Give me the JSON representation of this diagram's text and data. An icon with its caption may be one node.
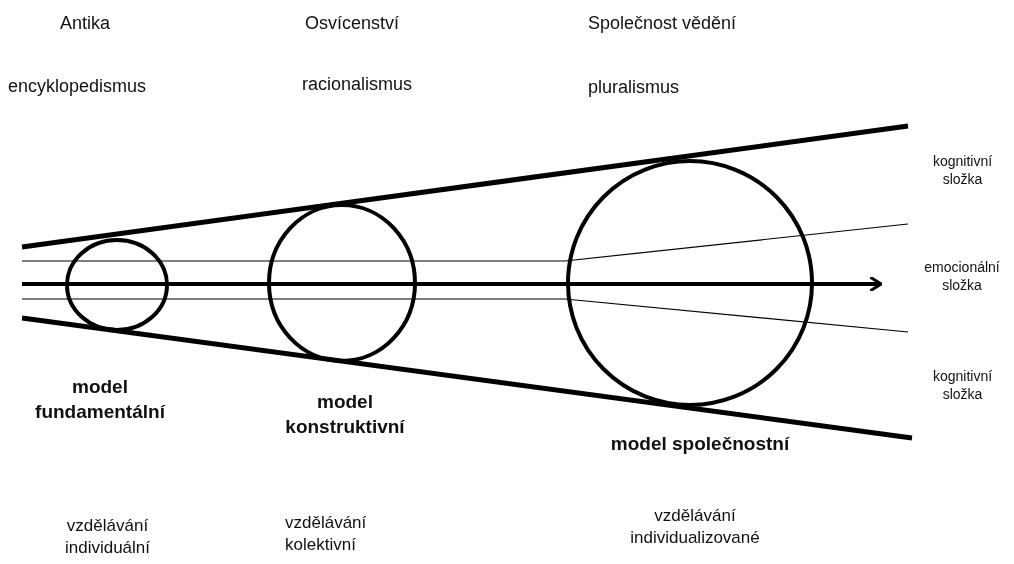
{
  "diagram": {
    "labels": [
      "Antika",
      "Osvícenství",
      "Společnost vědění",
      "encyklopedismus",
      "racionalismus",
      "pluralismus",
      "kognitivní složka",
      "emocionální složka",
      "model fundamentální",
      "model konstruktivní",
      "kognitivní složka",
      "model společnostní",
      "vzdělávání individuální",
      "vzdělávání kolektivní",
      "vzdělávání individualizované"
    ]
  }
}
